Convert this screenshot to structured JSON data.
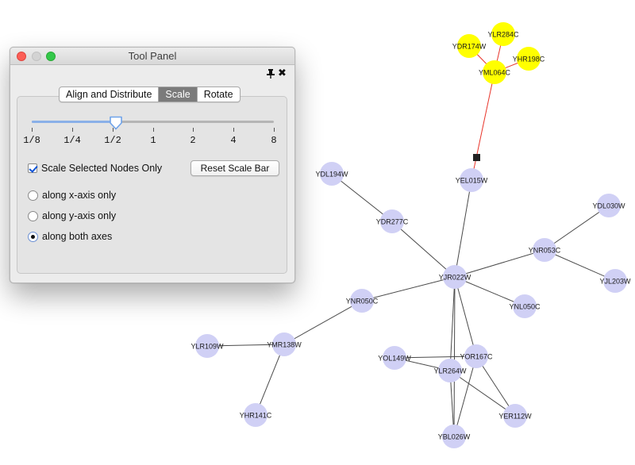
{
  "window": {
    "title": "Tool Panel"
  },
  "tabs": [
    {
      "label": "Align and Distribute",
      "active": false
    },
    {
      "label": "Scale",
      "active": true
    },
    {
      "label": "Rotate",
      "active": false
    }
  ],
  "scale": {
    "ticks": [
      "1/8",
      "1/4",
      "1/2",
      "1",
      "2",
      "4",
      "8"
    ],
    "current_value": "1/2",
    "checkbox_label": "Scale Selected Nodes Only",
    "checkbox_checked": true,
    "reset_button": "Reset Scale Bar",
    "axis_options": [
      {
        "label": "along x-axis only",
        "selected": false
      },
      {
        "label": "along y-axis only",
        "selected": false
      },
      {
        "label": "along both axes",
        "selected": true
      }
    ]
  },
  "colors": {
    "node": "#d0d0f5",
    "node_selected": "#ffff00",
    "edge": "#4a4a4a",
    "edge_selected": "#e8342a"
  },
  "nodes": [
    {
      "id": "YDR174W",
      "selected": true
    },
    {
      "id": "YLR284C",
      "selected": true
    },
    {
      "id": "YHR198C",
      "selected": true
    },
    {
      "id": "YML064C",
      "selected": true
    },
    {
      "id": "YEL015W",
      "selected": false
    },
    {
      "id": "YDL194W",
      "selected": false
    },
    {
      "id": "YDR277C",
      "selected": false
    },
    {
      "id": "YDL030W",
      "selected": false
    },
    {
      "id": "YNR053C",
      "selected": false
    },
    {
      "id": "YJR022W",
      "selected": false
    },
    {
      "id": "YJL203W",
      "selected": false
    },
    {
      "id": "YNR050C",
      "selected": false
    },
    {
      "id": "YNL050C",
      "selected": false
    },
    {
      "id": "YLR109W",
      "selected": false
    },
    {
      "id": "YMR138W",
      "selected": false
    },
    {
      "id": "YOL149W",
      "selected": false
    },
    {
      "id": "YOR167C",
      "selected": false
    },
    {
      "id": "YLR264W",
      "selected": false
    },
    {
      "id": "YHR141C",
      "selected": false
    },
    {
      "id": "YER112W",
      "selected": false
    },
    {
      "id": "YBL026W",
      "selected": false
    }
  ]
}
